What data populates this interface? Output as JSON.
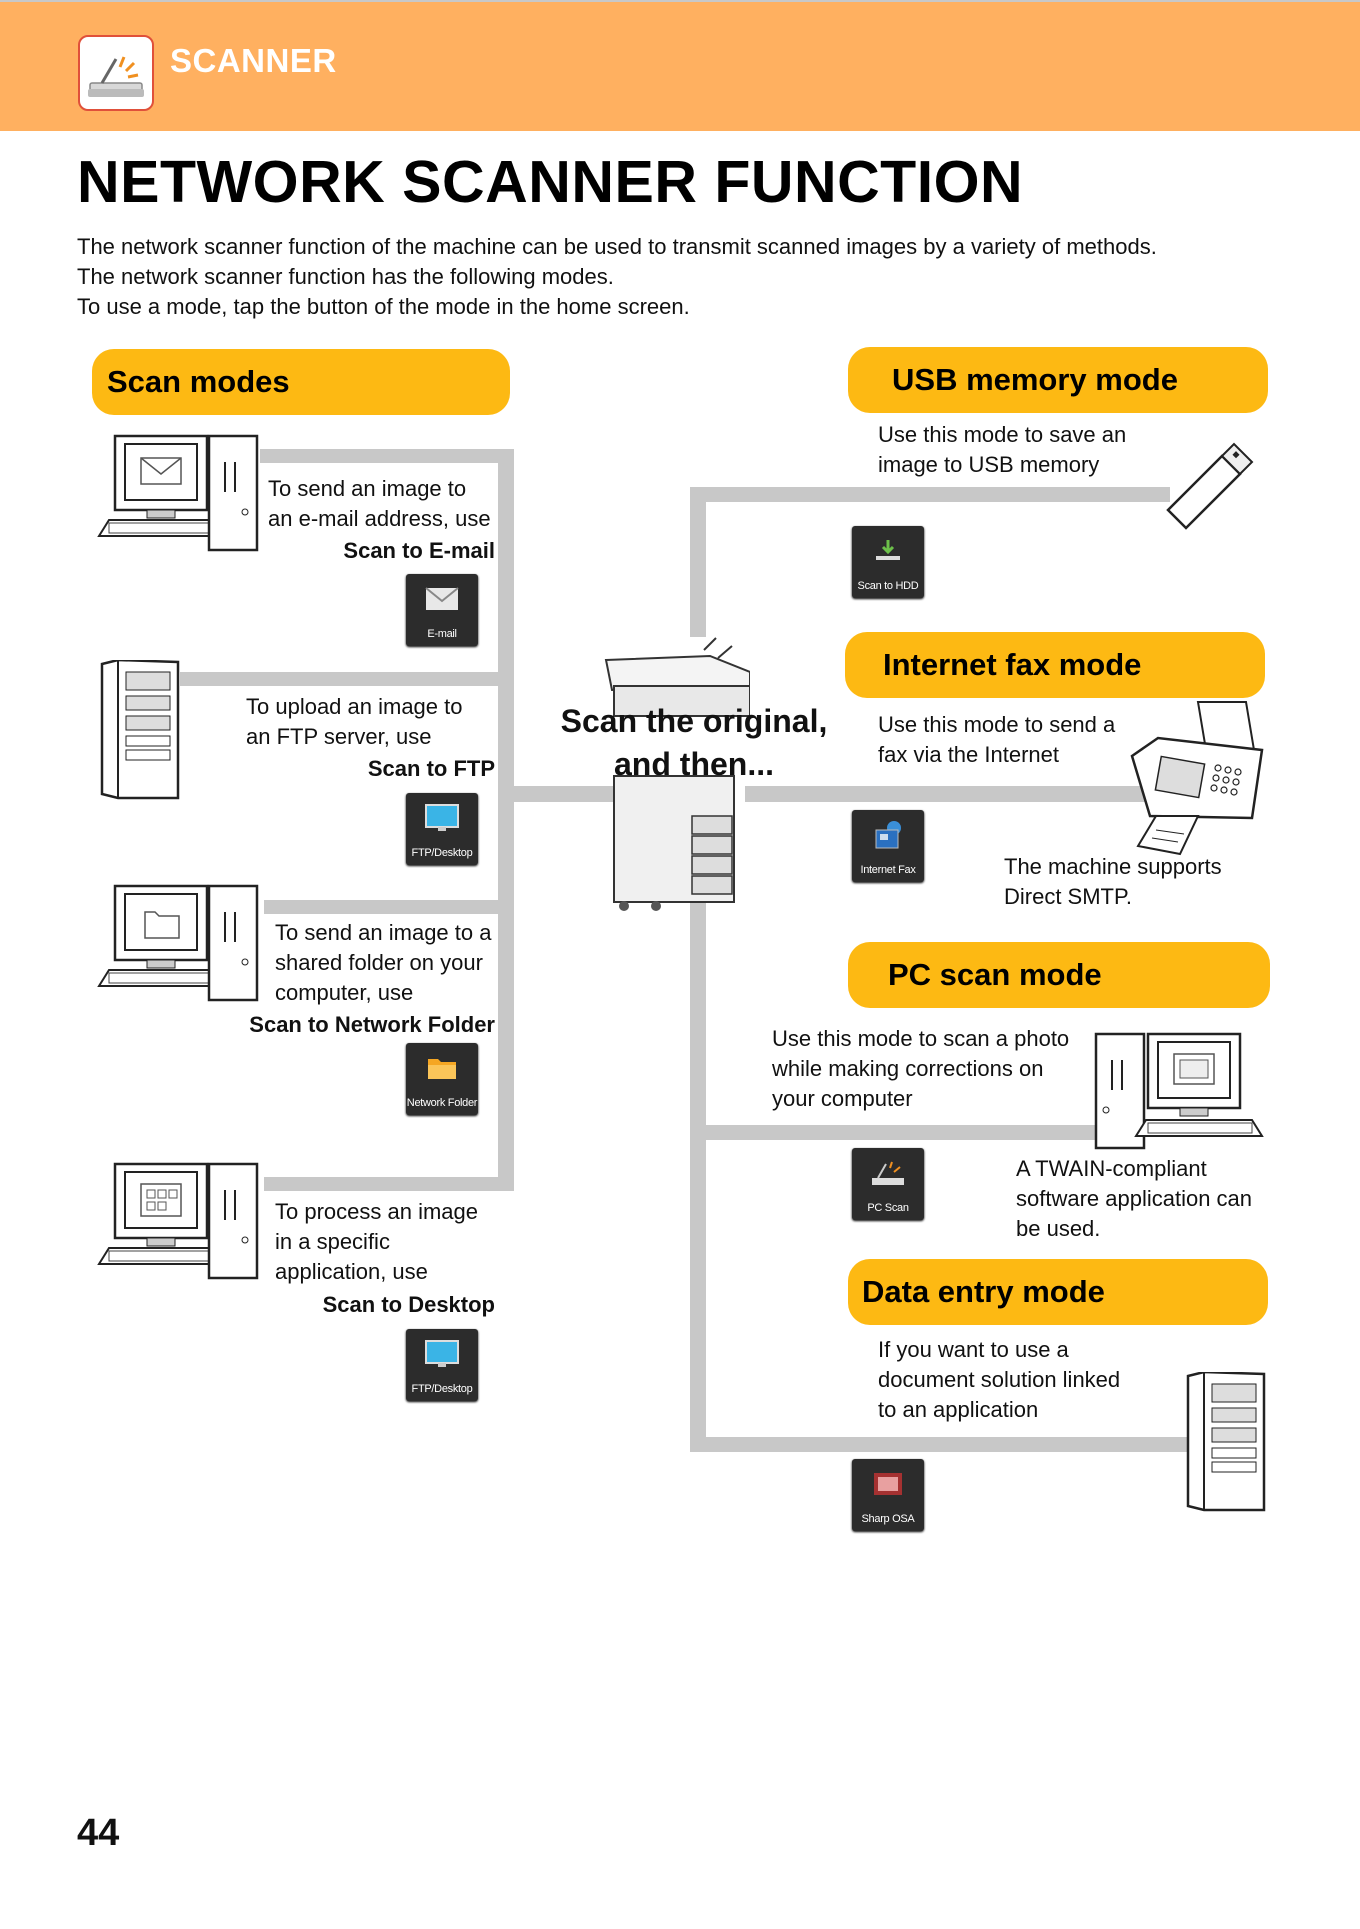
{
  "header": {
    "section_name": "SCANNER",
    "logo_icon": "scanner-icon",
    "background_color": "#ffb060"
  },
  "page": {
    "title": "NETWORK SCANNER FUNCTION",
    "intro_lines": [
      "The network scanner function of the machine can be used to transmit scanned images by a variety of methods.",
      "The network scanner function has the following modes.",
      "To use a mode, tap the button of the mode in the home screen."
    ],
    "page_number": "44"
  },
  "diagram": {
    "accent_color": "#fdb913",
    "center_text_lines": [
      "Scan the original,",
      "and then..."
    ],
    "scan_modes": {
      "heading": "Scan modes",
      "items": [
        {
          "lines": [
            "To send an image to",
            "an e-mail address, use"
          ],
          "mode_name": "Scan to E-mail",
          "button_label": "E-mail",
          "icon": "envelope-icon"
        },
        {
          "lines": [
            "To upload an image to",
            "an FTP server, use"
          ],
          "mode_name": "Scan to FTP",
          "button_label": "FTP/Desktop",
          "icon": "monitor-icon"
        },
        {
          "lines": [
            "To send an image to a",
            "shared folder on your",
            "computer, use"
          ],
          "mode_name": "Scan to Network Folder",
          "button_label": "Network Folder",
          "icon": "folder-icon"
        },
        {
          "lines": [
            "To process an image",
            "in a specific",
            "application, use"
          ],
          "mode_name": "Scan to Desktop",
          "button_label": "FTP/Desktop",
          "icon": "monitor-icon"
        }
      ]
    },
    "usb_mode": {
      "heading": "USB memory mode",
      "lines": [
        "Use this mode to save an",
        "image to USB memory"
      ],
      "button_label": "Scan to HDD",
      "icon": "download-icon"
    },
    "internet_fax_mode": {
      "heading": "Internet fax mode",
      "lines": [
        "Use this mode to send a",
        "fax via the Internet"
      ],
      "note_lines": [
        "The machine supports",
        "Direct SMTP."
      ],
      "button_label": "Internet Fax",
      "icon": "internet-fax-icon"
    },
    "pc_scan_mode": {
      "heading": "PC scan mode",
      "lines": [
        "Use this mode to scan a photo",
        "while making corrections on",
        "your computer"
      ],
      "note_lines": [
        "A TWAIN-compliant",
        "software application can",
        "be used."
      ],
      "button_label": "PC Scan",
      "icon": "scanner-icon"
    },
    "data_entry_mode": {
      "heading": "Data entry mode",
      "lines": [
        "If you want to use a",
        "document solution linked",
        "to an application"
      ],
      "button_label": "Sharp OSA",
      "icon": "osa-icon"
    }
  }
}
